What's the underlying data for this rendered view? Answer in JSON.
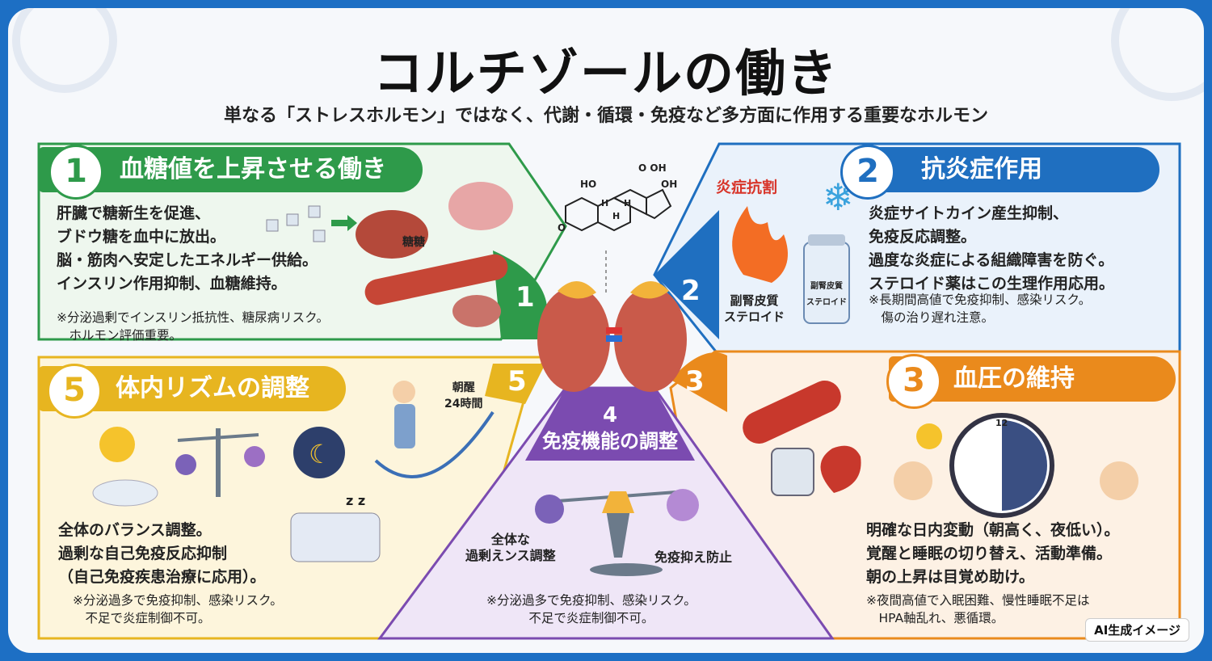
{
  "title": "コルチゾールの働き",
  "subtitle": "単なる「ストレスホルモン」ではなく、代謝・循環・免疫など多方面に作用する重要なホルモン",
  "colors": {
    "green": "#2e9a4a",
    "blue": "#1f6fc0",
    "orange": "#ea8a1c",
    "purple": "#7b4bb0",
    "yellow": "#e7b520"
  },
  "panel1": {
    "num": "1",
    "title": "血糖値を上昇させる働き",
    "text": "肝臓で糖新生を促進、\nブドウ糖を血中に放出。\n脳・筋肉へ安定したエネルギー供給。\nインスリン作用抑制、血糖維持。",
    "note": "※分泌過剰でインスリン抵抗性、糖尿病リスク。\n　ホルモン評価重要。",
    "label": "糖糖",
    "side": "1"
  },
  "panel2": {
    "num": "2",
    "title": "抗炎症作用",
    "text": "炎症サイトカイン産生抑制、\n免疫反応調整。\n過度な炎症による組織障害を防ぐ。\nステロイド薬はこの生理作用応用。",
    "note": "※長期間高値で免疫抑制、感染リスク。\n　傷の治り遅れ注意。",
    "red_label": "炎症抗割",
    "bottle_label": "副腎皮質\nステロイド",
    "steroid_label": "副腎皮質\nステロイド",
    "side": "2"
  },
  "panel3": {
    "num": "3",
    "title": "血圧の維持",
    "text": "明確な日内変動（朝高く、夜低い）。\n覚醒と睡眠の切り替え、活動準備。\n朝の上昇は目覚め助け。",
    "note": "※夜間高値で入眠困難、慢性睡眠不足は\n　HPA軸乱れ、悪循環。",
    "clock": "12",
    "side": "3"
  },
  "panel4": {
    "num": "4",
    "title": "免疫機能の調整",
    "left_label": "全体な\n過剰えンス調整",
    "right_label": "免疫抑え防止",
    "note": "※分泌過多で免疫抑制、感染リスク。\n不足で炎症制御不可。"
  },
  "panel5": {
    "num": "5",
    "title": "体内リズムの調整",
    "text": "全体のバランス調整。\n過剰な自己免疫反応抑制\n（自己免疫疾患治療に応用）。",
    "note": "※分泌過多で免疫抑制、感染リスク。\n　不足で炎症制御不可。",
    "rhythm_label": "朝醒\n24時間",
    "zz": "z z",
    "side": "5"
  },
  "molecule": {
    "ho": "HO",
    "oh": "OH",
    "cooh": "O  OH",
    "o": "O",
    "h1": "H",
    "h2": "H",
    "h3": "H"
  },
  "badge": "AI生成イメージ"
}
